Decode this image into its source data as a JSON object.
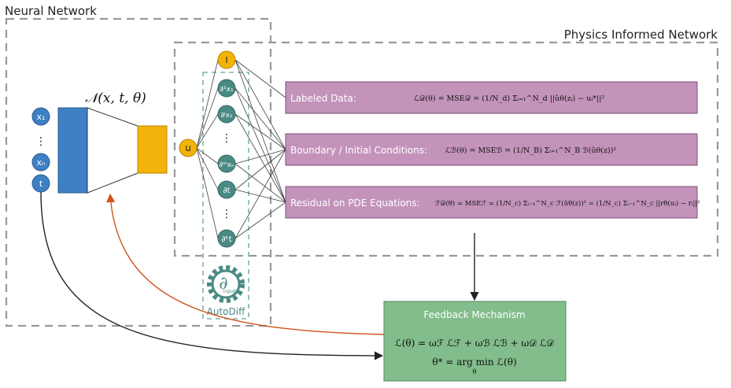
{
  "titles": {
    "neural_network": "Neural Network",
    "pinn": "Physics Informed Network",
    "nn_function": "𝒩(x, t, θ)",
    "autodiff": "AutoDiff",
    "autodiff_sub": "inputs"
  },
  "inputs": {
    "x1": "x₁",
    "dots": "⋮",
    "xn": "xₙ",
    "t": "t"
  },
  "output_node": "u",
  "derivative_nodes": {
    "identity": "I",
    "dx1": "∂¹x₁",
    "dx1b": "∂ʲx₁",
    "dots1": "⋮",
    "dxn": "∂ᵐxₙ",
    "dt": "∂t",
    "dots2": "⋮",
    "dtk": "∂ᵏt"
  },
  "losses": {
    "labeled_label": "Labeled Data:",
    "labeled_eq": "ℒ𝒟(θ) = MSE𝒟 = (1/N_d) Σᵢ₌₁^N_d ||ûθ(zᵢ) − uᵢ*||²",
    "boundary_label": "Boundary / Initial Conditions:",
    "boundary_eq": "ℒℬ(θ) = MSEℬ = (1/N_B) Σᵢ₌₁^N_B ℬ(ûθ(z))²",
    "residual_label": "Residual on PDE Equations:",
    "residual_eq": "ℱ𝒟(θ) = MSEℱ = (1/N_c) Σᵢ₌₁^N_c ℱ(ûθ(z))² = (1/N_c) Σᵢ₌₁^N_c ||rθ(uᵢ) − rᵢ||²"
  },
  "feedback": {
    "title": "Feedback Mechanism",
    "eq1": "ℒ(θ) = ωℱ ℒℱ + ωℬ ℒℬ + ω𝒟 ℒ𝒟",
    "eq2": "θ* = arg min ℒ(θ)",
    "eq2_sub": "θ"
  },
  "colors": {
    "input_blue": "#3d80c4",
    "output_orange": "#f2b30a",
    "teal": "#4a8a84",
    "loss_purple": "#c393bb",
    "feedback_green": "#82bd8b",
    "arrow_red": "#d2521a",
    "dash_gray": "#999999"
  }
}
